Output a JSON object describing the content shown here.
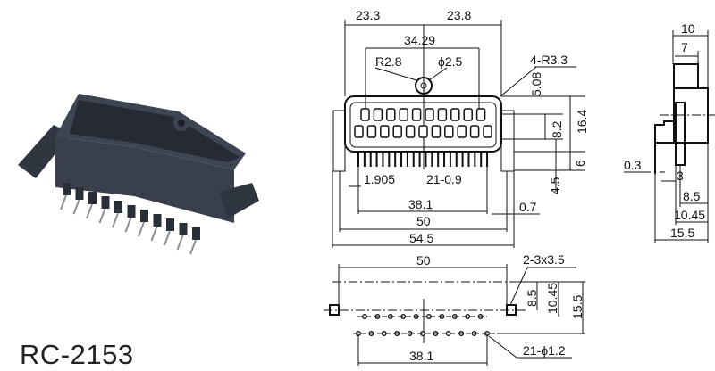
{
  "model": "RC-2153",
  "front_view": {
    "dims": {
      "left_half": "23.3",
      "right_half": "23.8",
      "tab_span": "34.29",
      "radius": "R2.8",
      "hole": "ϕ2.5",
      "corner_radius": "4-R3.3",
      "tab_height": "5.08",
      "row_pitch": "8.2",
      "body_height": "16.4",
      "pin_len": "6",
      "pin_offset": "4.5",
      "pin_pitch": "1.905",
      "pin_width": "21-0.9",
      "pin_span": "38.1",
      "mount_span": "50",
      "overall_width": "54.5",
      "pin_thk": "0.7"
    }
  },
  "side_view": {
    "dims": {
      "depth": "10",
      "tab_depth": "7",
      "offset": "0.3",
      "pin_gap": "3",
      "d1": "8.5",
      "d2": "10.45",
      "d3": "15.5"
    }
  },
  "footprint": {
    "dims": {
      "mount_span": "50",
      "mount_holes": "2-3x3.5",
      "d1": "8.5",
      "d2": "10.45",
      "d3": "15.5",
      "pin_span": "38.1",
      "pin_holes": "21-ϕ1.2"
    }
  },
  "colors": {
    "housing": "#3a4250",
    "line": "#111111"
  }
}
